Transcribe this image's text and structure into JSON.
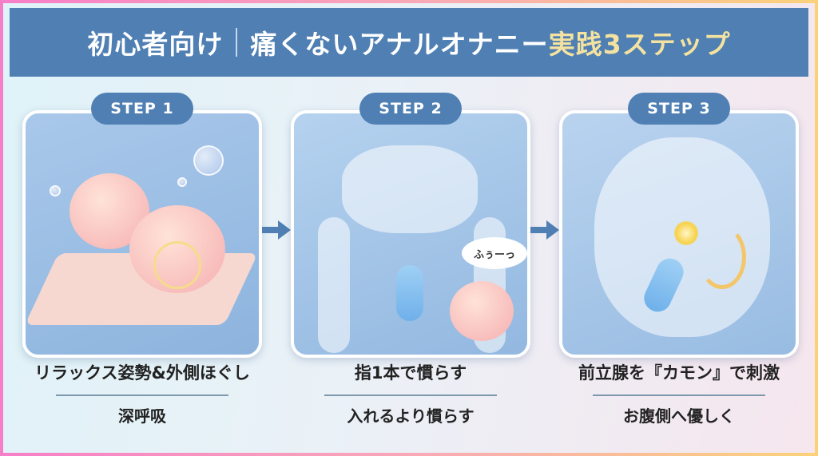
{
  "header": {
    "prefix": "初心者向け",
    "title_main": "痛くないアナルオナニー",
    "title_accent": "実践3ステップ"
  },
  "colors": {
    "header_bg": "#4f7fb3",
    "accent_text": "#f4e2a0",
    "border_gradient_start": "#f77fc8",
    "border_gradient_end": "#fbd27a"
  },
  "steps": [
    {
      "badge": "STEP 1",
      "caption": "リラックス姿勢&外側ほぐし",
      "sub": "深呼吸"
    },
    {
      "badge": "STEP 2",
      "caption": "指1本で慣らす",
      "sub": "入れるより慣らす",
      "speech": "ふぅーっ"
    },
    {
      "badge": "STEP 3",
      "caption": "前立腺を『カモン』で刺激",
      "sub": "お腹側へ優しく"
    }
  ]
}
